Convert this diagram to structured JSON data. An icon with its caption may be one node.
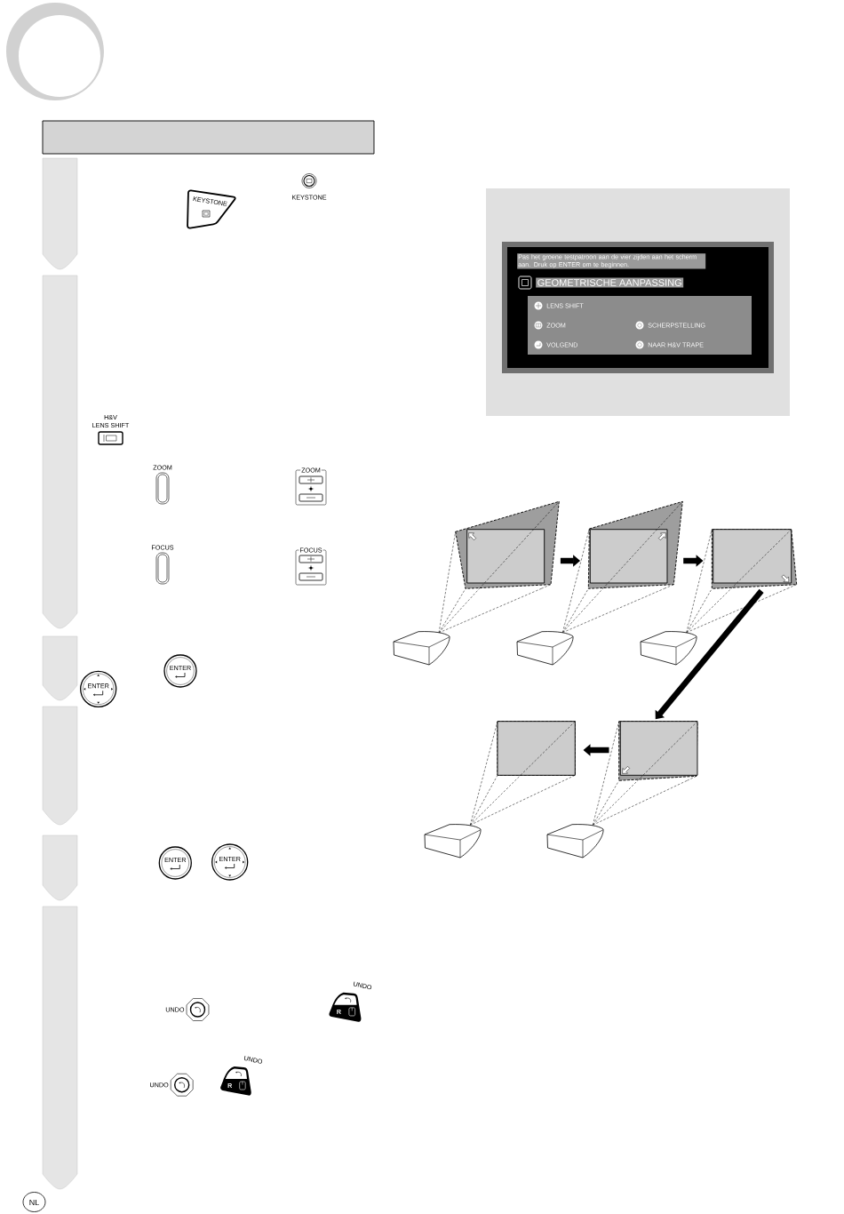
{
  "diagram": {
    "nodes": [
      {
        "text": [],
        "shape": "box"
      },
      {
        "text": [],
        "shape": "tab"
      },
      {
        "text": [],
        "shape": "tab"
      },
      {
        "text": [],
        "shape": "tab"
      },
      {
        "text": [],
        "shape": "tab"
      },
      {
        "text": [],
        "shape": "tab"
      },
      {
        "text": [],
        "shape": "tab"
      },
      {
        "text": [],
        "shape": "picture"
      },
      {
        "text": [],
        "shape": "picture"
      },
      {
        "text": [],
        "shape": "picture"
      },
      {
        "text": [],
        "shape": "picture"
      },
      {
        "text": [],
        "shape": "picture"
      }
    ],
    "edges": [
      {
        "from": 7,
        "to": 8,
        "arrow": "to"
      },
      {
        "from": 8,
        "to": 9,
        "arrow": "to"
      },
      {
        "from": 9,
        "to": 10,
        "arrow": "to"
      },
      {
        "from": 10,
        "to": 11,
        "arrow": "to"
      }
    ],
    "labels": [
      "KEYSTONE",
      "KEYSTONE",
      "Pas het groene testpatroon aan de vier zijden aan het scherm aan. Druk op ENTER om te beginnen.",
      "GEOMETRISCHE AANPASSING",
      "LENS SHIFT",
      "ZOOM",
      "SCHERPSTELLING",
      "VOLGEND",
      "NAAR H&V TRAPE",
      "H&V",
      "LENS SHIFT",
      "ZOOM",
      "ZOOM",
      "FOCUS",
      "FOCUS",
      "ENTER",
      "ENTER",
      "ENTER",
      "ENTER",
      "UNDO",
      "UNDO",
      "R",
      "UNDO",
      "UNDO",
      "R",
      "NL"
    ]
  }
}
